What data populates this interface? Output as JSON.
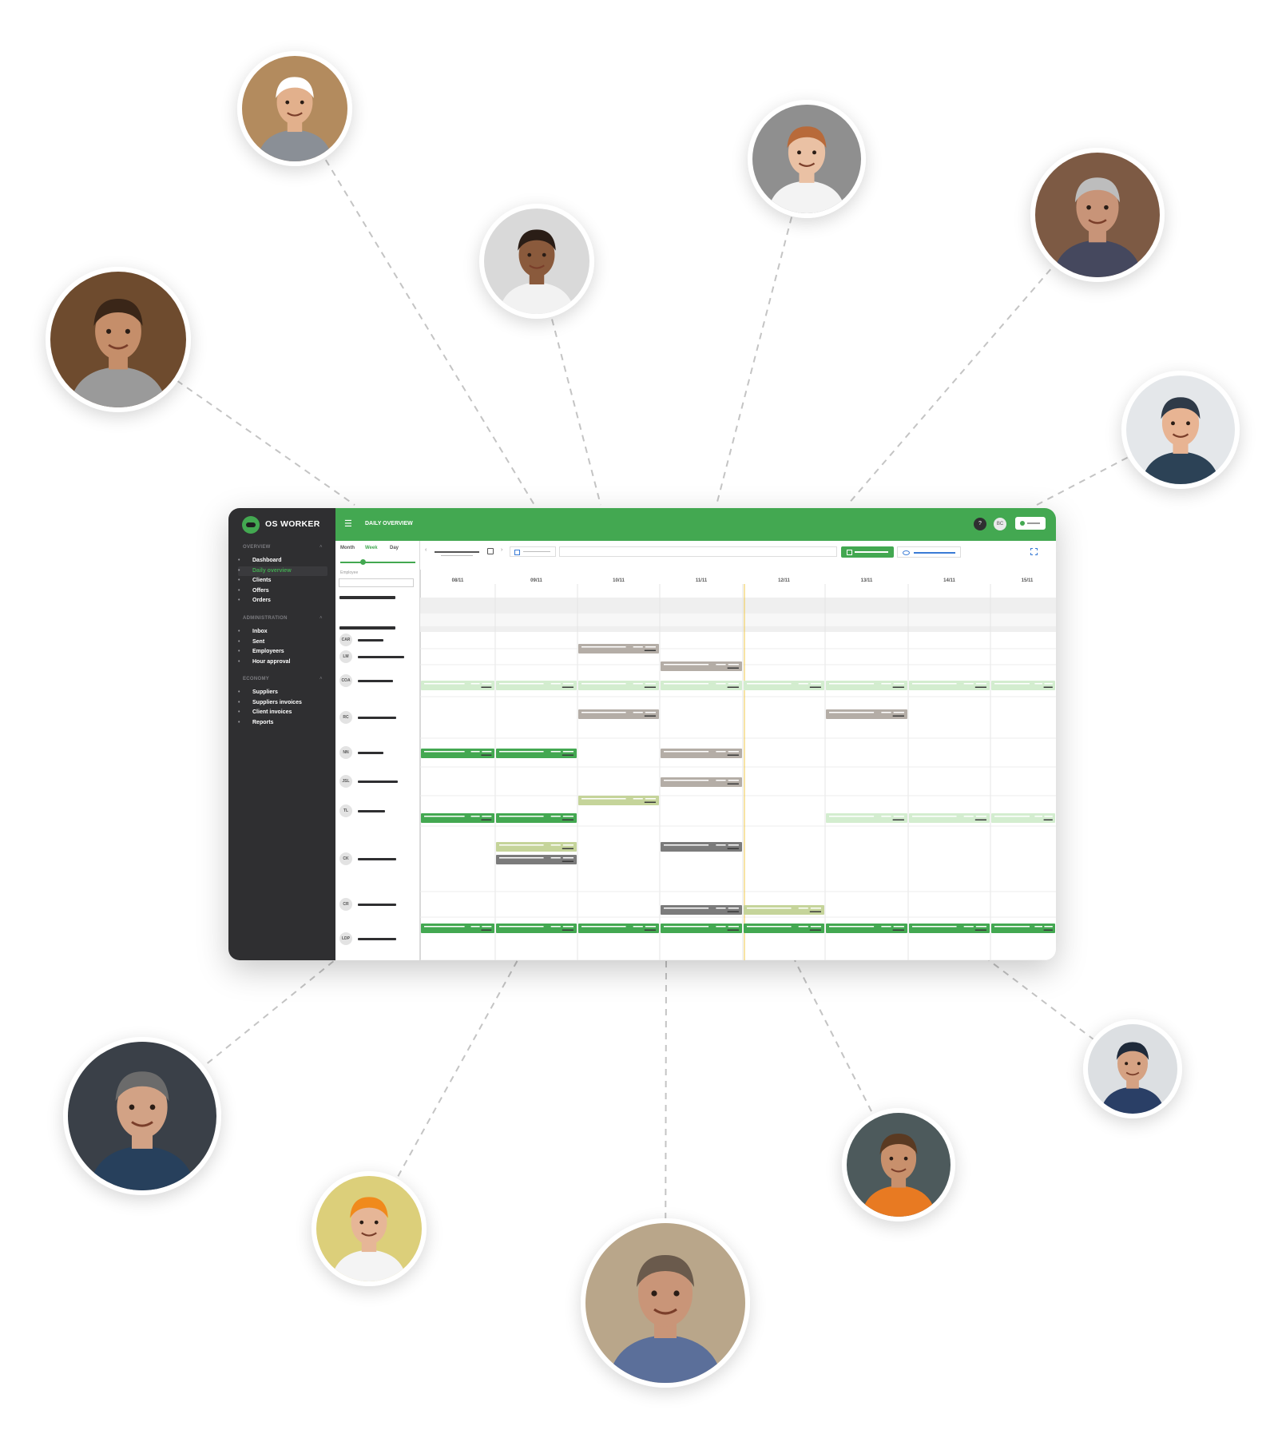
{
  "app": {
    "brand": "OS WORKER",
    "page_title": "DAILY OVERVIEW",
    "help_label": "?",
    "user_initials": "BC"
  },
  "sidebar": {
    "sections": [
      {
        "title": "OVERVIEW",
        "items": [
          {
            "label": "Dashboard"
          },
          {
            "label": "Daily overview",
            "active": true
          },
          {
            "label": "Clients"
          },
          {
            "label": "Offers"
          },
          {
            "label": "Orders"
          }
        ]
      },
      {
        "title": "ADMINISTRATION",
        "items": [
          {
            "label": "Inbox"
          },
          {
            "label": "Sent"
          },
          {
            "label": "Employeers"
          },
          {
            "label": "Hour approval"
          }
        ]
      },
      {
        "title": "ECONOMY",
        "items": [
          {
            "label": "Suppliers"
          },
          {
            "label": "Suppliers invoices"
          },
          {
            "label": "Client invoices"
          },
          {
            "label": "Reports"
          }
        ]
      }
    ]
  },
  "view_tabs": [
    {
      "label": "Month"
    },
    {
      "label": "Week",
      "active": true
    },
    {
      "label": "Day"
    }
  ],
  "employee_label": "Employee",
  "dates": [
    "08/11",
    "09/11",
    "10/11",
    "11/11",
    "12/11",
    "13/11",
    "14/11",
    "15/11"
  ],
  "rows": [
    {
      "initials": "CAR"
    },
    {
      "initials": "LM"
    },
    {
      "initials": "COA"
    },
    {
      "initials": "RC"
    },
    {
      "initials": "NN"
    },
    {
      "initials": "JSL"
    },
    {
      "initials": "TL"
    },
    {
      "initials": "CK"
    },
    {
      "initials": "CR"
    },
    {
      "initials": "LDP"
    }
  ],
  "colors": {
    "brand_green": "#43a851",
    "sidebar_dark": "#2f2f31",
    "shift_gray": "#b4ada6",
    "shift_light_green": "#d3edcf",
    "shift_olive": "#c5d49a",
    "shift_dark_gray": "#7b7b7b",
    "today_line": "#f0c94a"
  },
  "avatars": [
    {
      "name": "worker-white-helmet",
      "skin": "#e2b08c",
      "hair": "#ffffff",
      "shirt": "#8a8f96",
      "bg": "#b38b5e"
    },
    {
      "name": "worker-smiling-overalls",
      "skin": "#8a5a3c",
      "hair": "#2a1d16",
      "shirt": "#f2f2f2",
      "bg": "#d9d9d9"
    },
    {
      "name": "worker-red-hair",
      "skin": "#eac1a4",
      "hair": "#b86a3a",
      "shirt": "#f3f3f3",
      "bg": "#8f8f8f"
    },
    {
      "name": "worker-grey-beard",
      "skin": "#c89478",
      "hair": "#bdbdbd",
      "shirt": "#45485e",
      "bg": "#7d5a44"
    },
    {
      "name": "worker-safety-glasses",
      "skin": "#c58e6a",
      "hair": "#3a2618",
      "shirt": "#9a9a9a",
      "bg": "#6e4b2e"
    },
    {
      "name": "worker-blue-cap",
      "skin": "#e8b493",
      "hair": "#2f3a48",
      "shirt": "#2c4256",
      "bg": "#e4e7ea"
    },
    {
      "name": "worker-grey-hair-jacket",
      "skin": "#d2a285",
      "hair": "#6b6b6b",
      "shirt": "#27405c",
      "bg": "#3a4048"
    },
    {
      "name": "worker-orange-helmet",
      "skin": "#e6b697",
      "hair": "#f08a1c",
      "shirt": "#f4f4f4",
      "bg": "#dccf7a"
    },
    {
      "name": "worker-checked-shirt",
      "skin": "#c99578",
      "hair": "#6a5a4c",
      "shirt": "#5b6f9a",
      "bg": "#b9a68a"
    },
    {
      "name": "worker-woman-hi-vis",
      "skin": "#c8906c",
      "hair": "#5a3a22",
      "shirt": "#e87a22",
      "bg": "#4d5a5c"
    },
    {
      "name": "worker-cap-small",
      "skin": "#d5a283",
      "hair": "#1f2a3a",
      "shirt": "#2a3f66",
      "bg": "#dcdfe2"
    }
  ]
}
